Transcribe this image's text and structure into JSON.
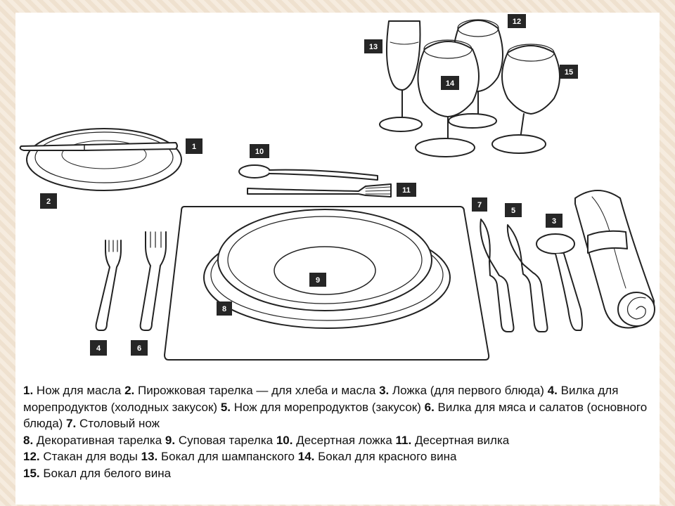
{
  "labels": [
    "1",
    "2",
    "3",
    "4",
    "5",
    "6",
    "7",
    "8",
    "9",
    "10",
    "11",
    "12",
    "13",
    "14",
    "15"
  ],
  "legend": [
    {
      "num": "1.",
      "text": "Нож для масла"
    },
    {
      "num": "2.",
      "text": "Пирожковая тарелка — для хлеба и масла"
    },
    {
      "num": "3.",
      "text": "Ложка (для первого блюда)"
    },
    {
      "num": "4.",
      "text": "Вилка для морепродуктов (холодных закусок)"
    },
    {
      "num": "5.",
      "text": "Нож для морепродуктов (закусок)"
    },
    {
      "num": "6.",
      "text": "Вилка для мяса и салатов (основного блюда)"
    },
    {
      "num": "7.",
      "text": "Столовый нож"
    },
    {
      "num": "8.",
      "text": "Декоративная тарелка"
    },
    {
      "num": "9.",
      "text": "Суповая тарелка"
    },
    {
      "num": "10.",
      "text": "Десертная ложка"
    },
    {
      "num": "11.",
      "text": "Десертная вилка"
    },
    {
      "num": "12.",
      "text": "Стакан для воды"
    },
    {
      "num": "13.",
      "text": "Бокал для шампанского"
    },
    {
      "num": "14.",
      "text": "Бокал для красного вина"
    },
    {
      "num": "15.",
      "text": "Бокал для белого вина"
    }
  ]
}
